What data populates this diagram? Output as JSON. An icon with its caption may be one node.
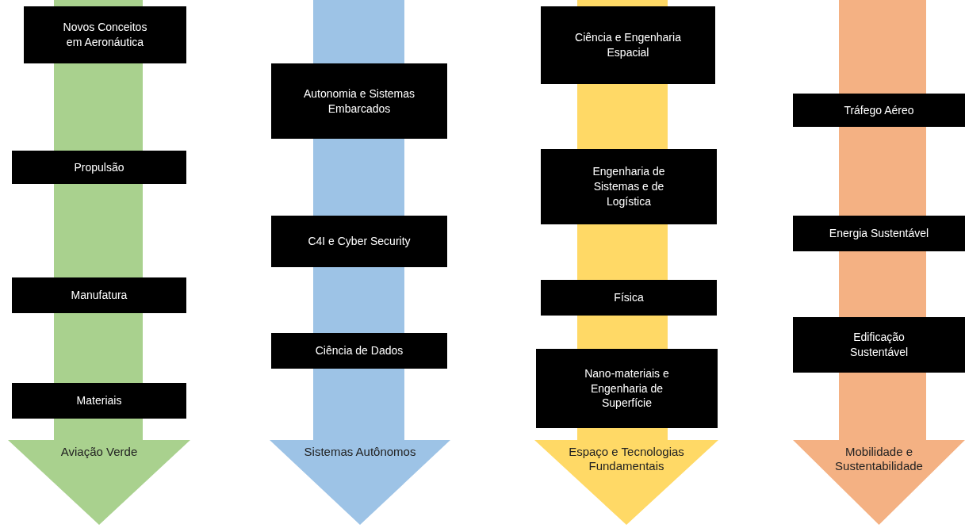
{
  "diagram": {
    "nodes": [
      {
        "text": [
          "Aviação Verde"
        ]
      },
      {
        "text": [
          "Novos Conceitos em Aeronáutica"
        ],
        "in": 0
      },
      {
        "text": [
          "Propulsão"
        ],
        "in": 0
      },
      {
        "text": [
          "Manufatura"
        ],
        "in": 0
      },
      {
        "text": [
          "Materiais"
        ],
        "in": 0
      },
      {
        "text": [
          "Sistemas Autônomos"
        ]
      },
      {
        "text": [
          "Autonomia e Sistemas Embarcados"
        ],
        "in": 5
      },
      {
        "text": [
          "C4I e Cyber Security"
        ],
        "in": 5
      },
      {
        "text": [
          "Ciência de Dados"
        ],
        "in": 5
      },
      {
        "text": [
          "Espaço e Tecnologias Fundamentais"
        ]
      },
      {
        "text": [
          "Ciência e Engenharia Espacial"
        ],
        "in": 9
      },
      {
        "text": [
          "Engenharia de Sistemas e de Logística"
        ],
        "in": 9
      },
      {
        "text": [
          "Física"
        ],
        "in": 9
      },
      {
        "text": [
          "Nano-materiais e Engenharia de Superfície"
        ],
        "in": 9
      },
      {
        "text": [
          "Mobilidade e Sustentabilidade"
        ]
      },
      {
        "text": [
          "Tráfego Aéreo"
        ],
        "in": 14
      },
      {
        "text": [
          "Energia Sustentável"
        ],
        "in": 14
      },
      {
        "text": [
          "Edificação Sustentável"
        ],
        "in": 14
      }
    ],
    "edges": []
  }
}
